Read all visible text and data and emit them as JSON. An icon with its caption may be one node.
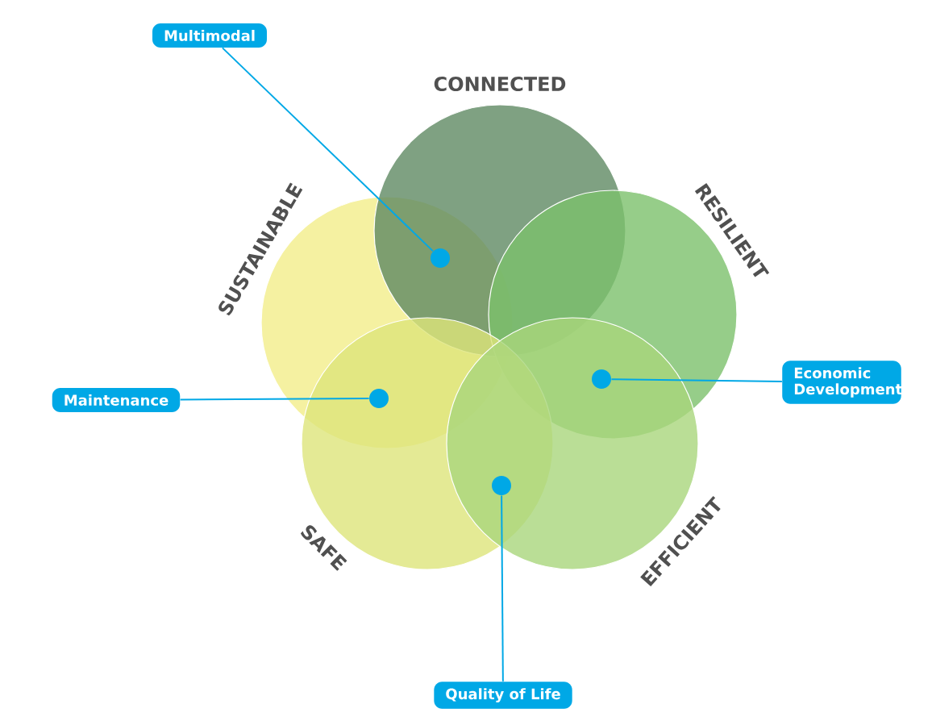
{
  "diagram": {
    "nodes": [
      {
        "text": [
          "CONNECTED"
        ]
      },
      {
        "text": [
          "RESILIENT"
        ]
      },
      {
        "text": [
          "SUSTAINABLE"
        ]
      },
      {
        "text": [
          "SAFE"
        ]
      },
      {
        "text": [
          "EFFICIENT"
        ]
      },
      {
        "text": [
          "Multimodal"
        ]
      },
      {
        "text": [],
        "shape": "circle"
      },
      {
        "text": [
          "Maintenance"
        ]
      },
      {
        "text": [],
        "shape": "circle"
      },
      {
        "text": [
          "Economic Development"
        ]
      },
      {
        "text": [],
        "shape": "circle"
      },
      {
        "text": [
          "Quality of Life"
        ]
      },
      {
        "text": [],
        "shape": "circle"
      }
    ],
    "edges": [
      {
        "from": 5,
        "to": 6,
        "arrow": "none"
      },
      {
        "from": 7,
        "to": 8,
        "arrow": "none"
      },
      {
        "from": 9,
        "to": 10,
        "arrow": "none"
      },
      {
        "from": 11,
        "to": 12,
        "arrow": "none"
      }
    ]
  }
}
